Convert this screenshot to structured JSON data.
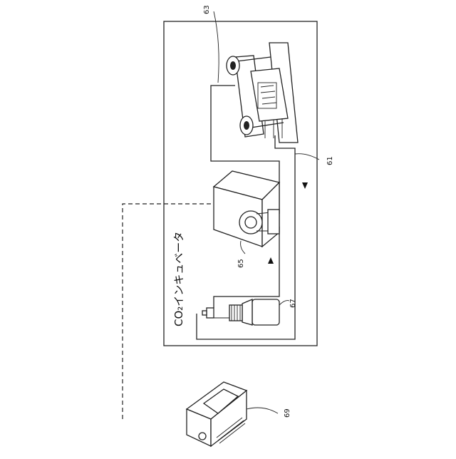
{
  "incubator": {
    "label": "CO₂インキュベータ"
  },
  "refs": {
    "r63": "63",
    "r61": "61",
    "r65": "65",
    "r67": "67",
    "r69": "69"
  }
}
